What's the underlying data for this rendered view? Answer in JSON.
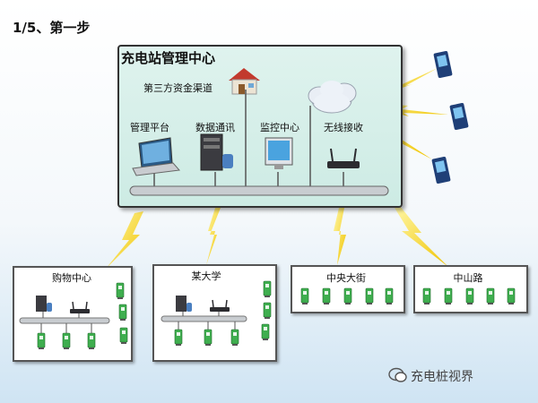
{
  "step_title": "1/5、第一步",
  "center": {
    "title": "充电站管理中心",
    "third_party_label": "第三方资金渠道",
    "components": [
      {
        "label": "管理平台"
      },
      {
        "label": "数据通讯"
      },
      {
        "label": "监控中心"
      },
      {
        "label": "无线接收"
      }
    ]
  },
  "branches": [
    {
      "label": "购物中心"
    },
    {
      "label": "某大学"
    },
    {
      "label": "中央大街"
    },
    {
      "label": "中山路"
    }
  ],
  "watermark": "充电桩视界",
  "colors": {
    "center_fill": "#d6efe9",
    "bolt": "#f2d21a",
    "charger_body": "#3fae4f",
    "bus": "#c8ccd0"
  }
}
